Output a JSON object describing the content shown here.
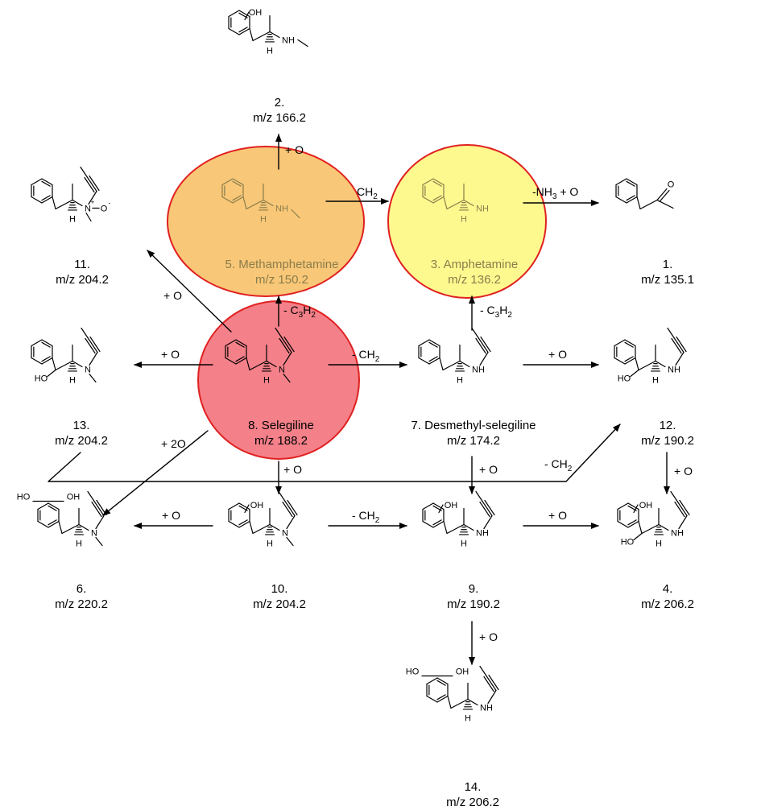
{
  "compounds": [
    {
      "num": "1.",
      "mz": "m/z 135.1"
    },
    {
      "num": "2.",
      "mz": "m/z 166.2"
    },
    {
      "num": "3. Amphetamine",
      "mz": "m/z 136.2"
    },
    {
      "num": "4.",
      "mz": "m/z 206.2"
    },
    {
      "num": "5. Methamphetamine",
      "mz": "m/z 150.2"
    },
    {
      "num": "6.",
      "mz": "m/z 220.2"
    },
    {
      "num": "7. Desmethyl-selegiline",
      "mz": "m/z 174.2"
    },
    {
      "num": "8. Selegiline",
      "mz": "m/z 188.2"
    },
    {
      "num": "9.",
      "mz": "m/z 190.2"
    },
    {
      "num": "10.",
      "mz": "m/z 204.2"
    },
    {
      "num": "11.",
      "mz": "m/z 204.2"
    },
    {
      "num": "12.",
      "mz": "m/z 190.2"
    },
    {
      "num": "13.",
      "mz": "m/z 204.2"
    },
    {
      "num": "14.",
      "mz": "m/z 206.2"
    }
  ],
  "reactions": {
    "plus_o": "+ O",
    "plus_2o": "+ 2O",
    "minus_ch2_prefix": "- CH",
    "ch2_prefix": "CH",
    "minus_c3h2_prefix": "- C",
    "nh3_prefix": "-NH",
    "nh3_suffix": " + O",
    "sub_2": "2",
    "sub_3": "3",
    "sub_h": "H"
  },
  "atoms": {
    "oh": "OH",
    "ho": "HO",
    "nh": "NH",
    "nh2": "NH",
    "n": "N",
    "o": "O",
    "o_minus": "O",
    "minus": "-",
    "plus": "+",
    "h": "H"
  },
  "colors": {
    "highlight_orange": "#f8c777",
    "highlight_yellow": "#fdf98f",
    "highlight_red": "#f48089",
    "outline": "#e02020"
  }
}
